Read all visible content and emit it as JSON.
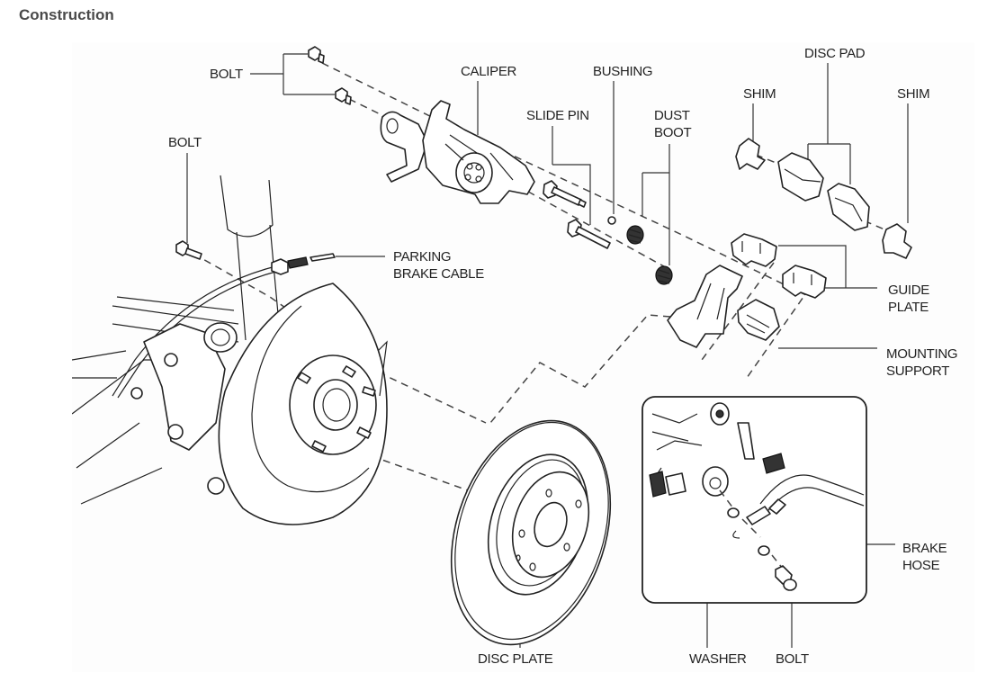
{
  "page": {
    "heading": "Construction"
  },
  "diagram": {
    "title": "Rear brake construction (exploded view)",
    "labels": {
      "bolt_caliper": "BOLT",
      "caliper": "CALIPER",
      "bushing": "BUSHING",
      "disc_pad": "DISC PAD",
      "shim_left": "SHIM",
      "shim_right": "SHIM",
      "slide_pin": "SLIDE PIN",
      "dust_boot_line1": "DUST",
      "dust_boot_line2": "BOOT",
      "bolt_knuckle": "BOLT",
      "parking_brake_cable_line1": "PARKING",
      "parking_brake_cable_line2": "BRAKE CABLE",
      "guide_plate_line1": "GUIDE",
      "guide_plate_line2": "PLATE",
      "mounting_support_line1": "MOUNTING",
      "mounting_support_line2": "SUPPORT",
      "brake_hose_line1": "BRAKE",
      "brake_hose_line2": "HOSE",
      "disc_plate": "DISC PLATE",
      "washer": "WASHER",
      "bolt_hose": "BOLT"
    }
  }
}
